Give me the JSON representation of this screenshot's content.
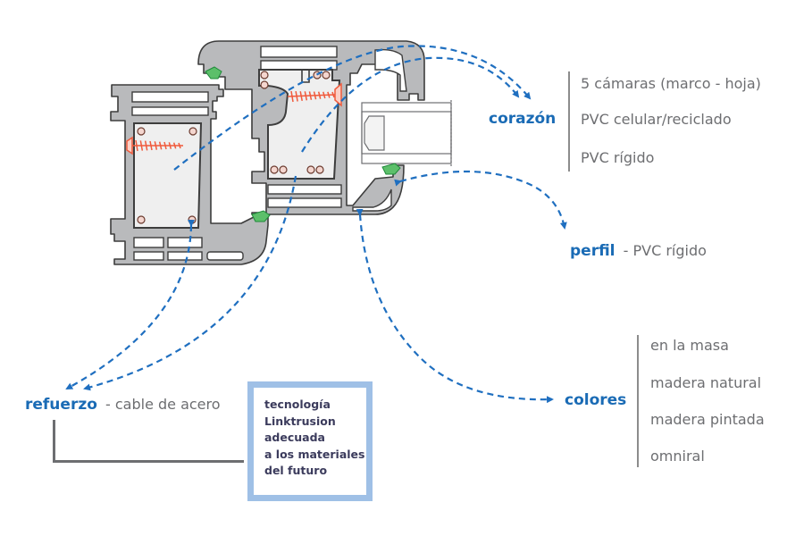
{
  "colors": {
    "accent_blue": "#1a6bb5",
    "arrow_blue": "#1f6fc0",
    "text_gray": "#6d6e71",
    "profile_fill": "#b9babc",
    "profile_stroke": "#3d3d3d",
    "chamber_fill": "#efefef",
    "screw_red": "#f05a3c",
    "gasket_green": "#2aa84a",
    "box_border": "#9fc0e6",
    "box_text": "#3b3b5c"
  },
  "labels": {
    "corazon": {
      "key": "corazón",
      "items": [
        "5 cámaras (marco - hoja)",
        "PVC celular/reciclado",
        "PVC rígido"
      ]
    },
    "perfil": {
      "key": "perfil",
      "desc": "- PVC rígido"
    },
    "refuerzo": {
      "key": "refuerzo",
      "desc": "- cable de acero"
    },
    "colores": {
      "key": "colores",
      "items": [
        "en la masa",
        "madera natural",
        "madera pintada",
        "omniral"
      ]
    }
  },
  "tech_box": {
    "lines": [
      "tecnología",
      "Linktrusion",
      "adecuada",
      "a los materiales",
      "del futuro"
    ]
  },
  "icons": {
    "window_profile": "pvc-window-profile-cross-section",
    "screw": "screw-icon",
    "gasket": "gasket-icon",
    "glass": "glazing-unit"
  }
}
